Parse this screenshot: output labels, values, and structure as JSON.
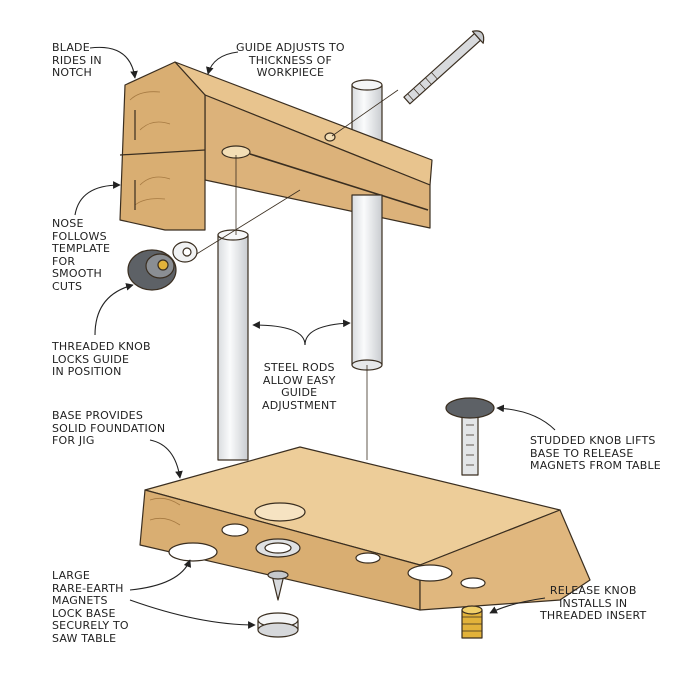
{
  "labels": {
    "blade": "BLADE\nRIDES IN\nNOTCH",
    "guide": "GUIDE ADJUSTS TO\nTHICKNESS OF\nWORKPIECE",
    "nose": "NOSE\nFOLLOWS\nTEMPLATE\nFOR\nSMOOTH\nCUTS",
    "threaded_knob": "THREADED KNOB\nLOCKS GUIDE\nIN POSITION",
    "steel_rods": "STEEL RODS\nALLOW EASY\nGUIDE\nADJUSTMENT",
    "base": "BASE PROVIDES\nSOLID FOUNDATION\nFOR JIG",
    "studded_knob": "STUDDED KNOB LIFTS\nBASE TO RELEASE\nMAGNETS FROM TABLE",
    "magnets": "LARGE\nRARE-EARTH\nMAGNETS\nLOCK BASE\nSECURELY TO\nSAW TABLE",
    "release_knob": "RELEASE KNOB\nINSTALLS IN\nTHREADED INSERT"
  },
  "colors": {
    "wood": "#e8c48e",
    "wood_dark": "#d2a86c",
    "steel": "#eef0f2",
    "knob": "#6b6e73",
    "brass": "#e2b23a"
  }
}
